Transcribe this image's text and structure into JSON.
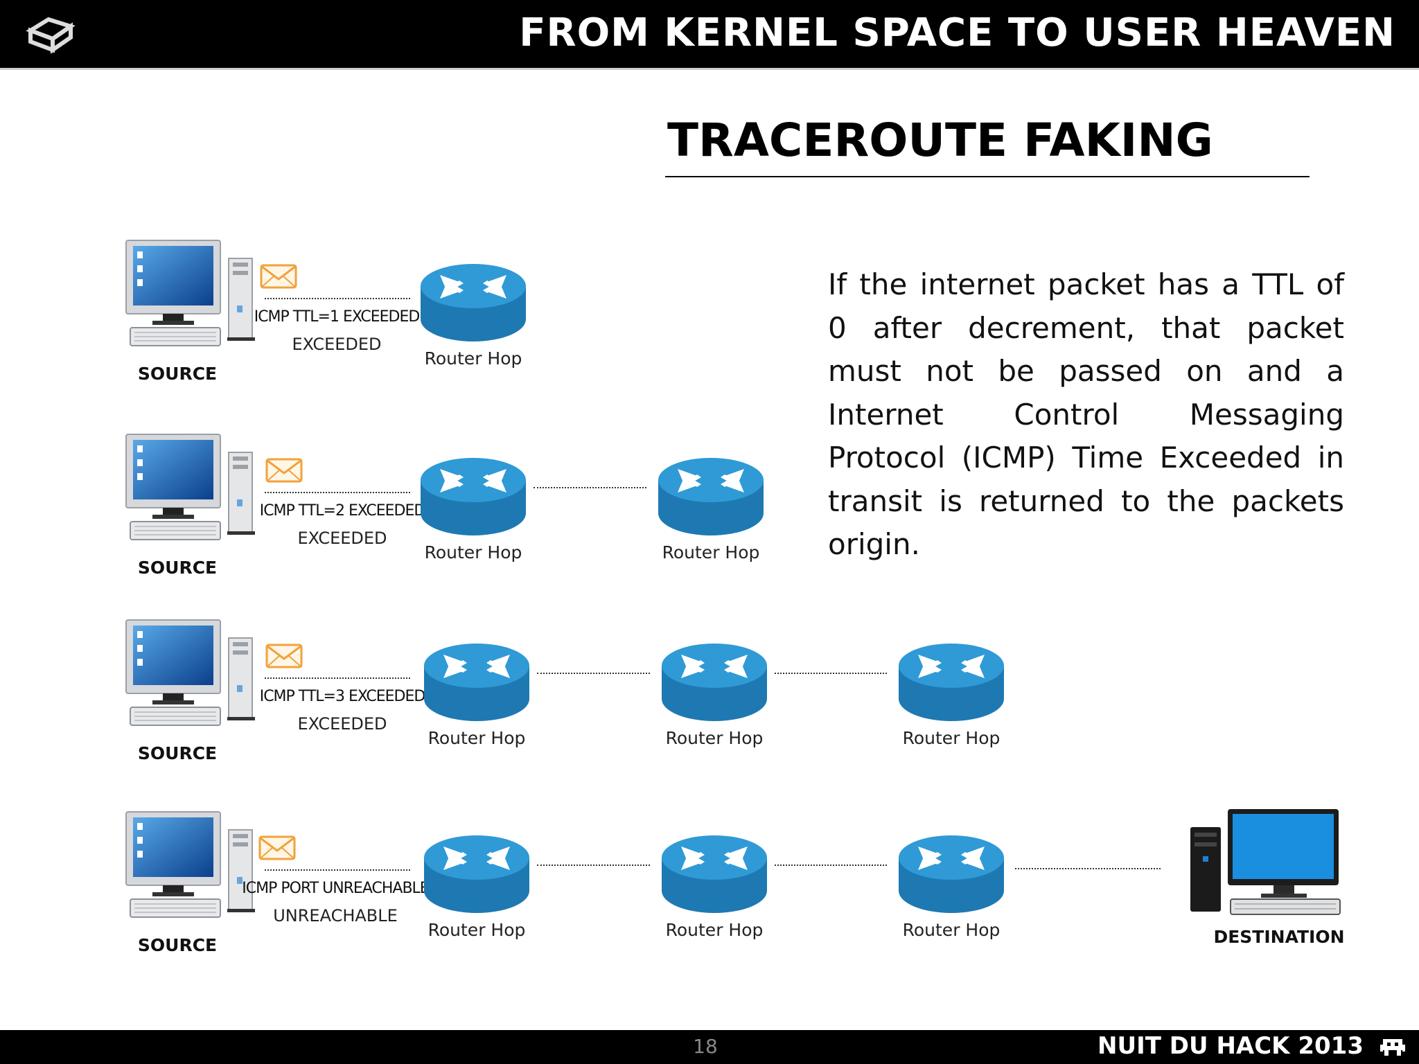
{
  "header": {
    "title": "FROM KERNEL SPACE TO USER HEAVEN",
    "logo_icon": "cube-logo-icon"
  },
  "slide": {
    "title": "TRACEROUTE FAKING",
    "body": "If the internet packet has a TTL of 0 after decrement, that packet must not be passed on and a Internet Control Messaging Protocol (ICMP) Time Exceeded in transit is returned to the packets origin."
  },
  "diagram": {
    "source_label": "SOURCE",
    "router_label": "Router Hop",
    "destination_label": "DESTINATION",
    "rows": [
      {
        "msg_line1": "ICMP TTL=1 EXCEEDED",
        "msg_line2": "EXCEEDED",
        "hops": 1
      },
      {
        "msg_line1": "ICMP TTL=2 EXCEEDED",
        "msg_line2": "EXCEEDED",
        "hops": 2
      },
      {
        "msg_line1": "ICMP TTL=3 EXCEEDED",
        "msg_line2": "EXCEEDED",
        "hops": 3
      },
      {
        "msg_line1": "ICMP PORT UNREACHABLE",
        "msg_line2": "UNREACHABLE",
        "hops": 3
      }
    ],
    "router_color": "#2f9ad6",
    "envelope_color": "#f0a23c"
  },
  "footer": {
    "page_number": "18",
    "event": "NUIT DU HACK 2013",
    "icon": "invader-icon"
  }
}
